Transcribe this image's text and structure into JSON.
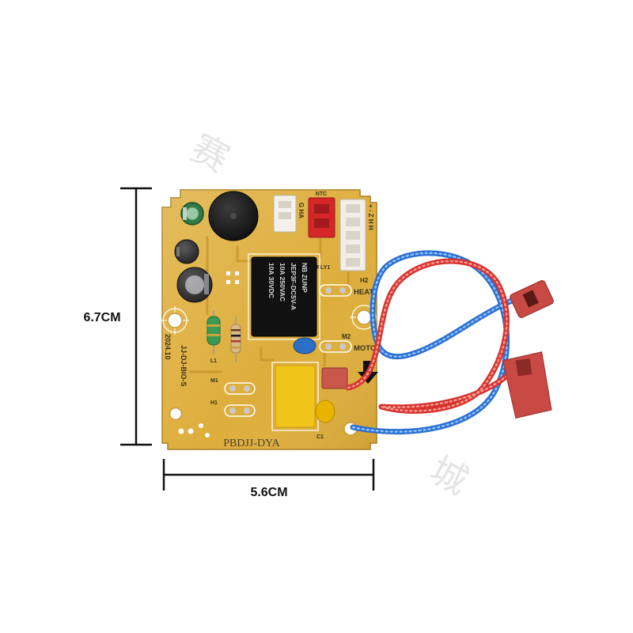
{
  "dimensions": {
    "height": "6.7CM",
    "width": "5.6CM"
  },
  "watermark": {
    "top": "赛",
    "bottom": "城"
  },
  "pcb": {
    "model_text": "PBDJJ-DYA",
    "date_code": "2024.10",
    "part_code": "JJ-DJ-BIO-S",
    "labels": {
      "heat": "HEAT",
      "h2": "H2",
      "moto": "MOTO",
      "m2": "M2",
      "ntc": "NTC",
      "rly": "RLY1",
      "g_ha": "G HA",
      "pins": "+ - Z H H",
      "l1": "L1",
      "m1": "M1",
      "h1": "H1",
      "c1": "C1"
    },
    "relay": {
      "brand": "NB ZUNP",
      "model": "JEP3F-DC5V-A",
      "rating_1": "10A 250VAC",
      "rating_2": "10A 30VDC"
    }
  },
  "icons": {
    "arrow": "arrow-down-icon"
  },
  "colors": {
    "background": "#ffffff",
    "board": "#deae3b",
    "wire_red": "#d6322e",
    "wire_blue": "#2a6fd0",
    "connector_red": "#c94a44",
    "relay": "#111111",
    "buzzer": "#141414"
  }
}
